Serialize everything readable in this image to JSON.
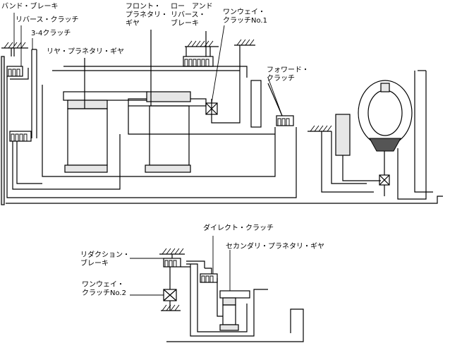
{
  "labels": {
    "band_brake": "バンド・ブレーキ",
    "reverse_clutch": "リバース・クラッチ",
    "clutch_3_4": "3-4クラッチ",
    "rear_planetary_gear": "リヤ・プラネタリ・ギヤ",
    "front_planetary_gear_l1": "フロント・",
    "front_planetary_gear_l2": "プラネタリ・",
    "front_planetary_gear_l3": "ギヤ",
    "low_reverse_brake_l1": "ロー　アンド",
    "low_reverse_brake_l2": "リバース・",
    "low_reverse_brake_l3": "ブレーキ",
    "one_way_clutch_1_l1": "ワンウェイ・",
    "one_way_clutch_1_l2": "クラッチNo.1",
    "forward_clutch_l1": "フォワード・",
    "forward_clutch_l2": "クラッチ",
    "direct_clutch": "ダイレクト・クラッチ",
    "secondary_planetary_gear": "セカンダリ・プラネタリ・ギヤ",
    "reduction_brake_l1": "リダクション・",
    "reduction_brake_l2": "ブレーキ",
    "one_way_clutch_2_l1": "ワンウェイ・",
    "one_way_clutch_2_l2": "クラッチNo.2"
  }
}
